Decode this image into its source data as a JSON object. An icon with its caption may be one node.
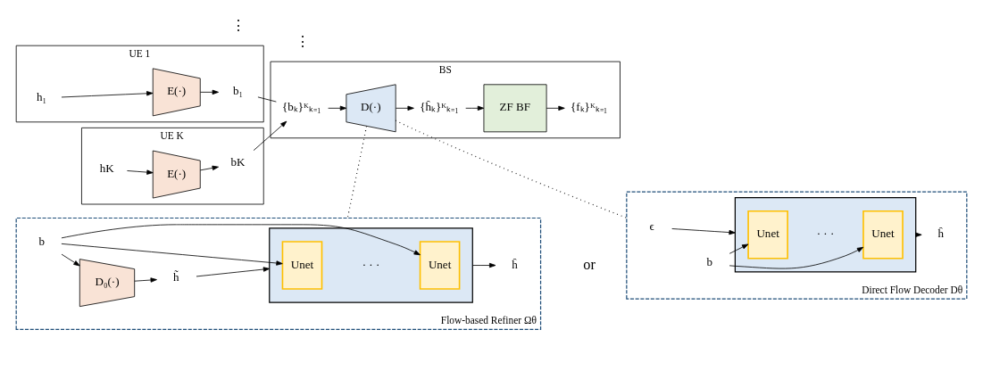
{
  "diagram": {
    "nodes": [
      {
        "text": [
          "UE 1"
        ]
      },
      {
        "text": [
          "h₁"
        ],
        "in": 0
      },
      {
        "text": [
          "E(·)"
        ],
        "in": 0
      },
      {
        "text": [
          "b₁"
        ],
        "in": 0
      },
      {
        "text": [
          "UE K"
        ]
      },
      {
        "text": [
          "hK"
        ],
        "in": 4
      },
      {
        "text": [
          "E(·)"
        ],
        "in": 4
      },
      {
        "text": [
          "bK"
        ],
        "in": 4
      },
      {
        "text": [
          "BS"
        ]
      },
      {
        "text": [
          "{bₖ}ᴷₖ₌₁"
        ],
        "in": 8
      },
      {
        "text": [
          "D(·)"
        ],
        "in": 8
      },
      {
        "text": [
          "{ĥₖ}ᴷₖ₌₁"
        ],
        "in": 8
      },
      {
        "text": [
          "ZF BF"
        ],
        "in": 8
      },
      {
        "text": [
          "{fₖ}ᴷₖ₌₁"
        ],
        "in": 8
      },
      {
        "text": [
          "Flow-based Refiner Ωθ"
        ]
      },
      {
        "text": [
          "b"
        ],
        "in": 14
      },
      {
        "text": [
          "D₀(·)"
        ],
        "in": 14
      },
      {
        "text": [
          "h̃"
        ],
        "in": 14
      },
      {
        "text": [],
        "shape": "box",
        "in": 14
      },
      {
        "text": [
          "Unet"
        ],
        "in": 18
      },
      {
        "text": [
          "Unet"
        ],
        "in": 18
      },
      {
        "text": [
          "ĥ"
        ],
        "in": 14
      },
      {
        "text": [
          "Direct Flow Decoder Dθ"
        ]
      },
      {
        "text": [
          "ϵ"
        ],
        "in": 22
      },
      {
        "text": [],
        "shape": "box",
        "in": 22
      },
      {
        "text": [
          "Unet"
        ],
        "in": 24
      },
      {
        "text": [
          "Unet"
        ],
        "in": 24
      },
      {
        "text": [
          "b"
        ],
        "in": 22
      },
      {
        "text": [
          "ĥ"
        ],
        "in": 22
      }
    ],
    "edges": [
      {
        "from": 1,
        "to": 2,
        "arrow": "to"
      },
      {
        "from": 2,
        "to": 3,
        "arrow": "to"
      },
      {
        "from": 3,
        "to": 9,
        "arrow": "none"
      },
      {
        "from": 5,
        "to": 6,
        "arrow": "to"
      },
      {
        "from": 6,
        "to": 7,
        "arrow": "to"
      },
      {
        "from": 7,
        "to": 9,
        "arrow": "to"
      },
      {
        "from": 9,
        "to": 10,
        "arrow": "to"
      },
      {
        "from": 10,
        "to": 11,
        "arrow": "to"
      },
      {
        "from": 11,
        "to": 12,
        "arrow": "to"
      },
      {
        "from": 12,
        "to": 13,
        "arrow": "to"
      },
      {
        "from": 10,
        "to": 14,
        "arrow": "none",
        "style": "dashed"
      },
      {
        "from": 10,
        "to": 22,
        "arrow": "none",
        "style": "dashed"
      },
      {
        "from": 15,
        "to": 16,
        "arrow": "to"
      },
      {
        "from": 16,
        "to": 17,
        "arrow": "to"
      },
      {
        "from": 17,
        "to": 18,
        "arrow": "to"
      },
      {
        "from": 18,
        "to": 21,
        "arrow": "to"
      },
      {
        "from": 15,
        "to": 19,
        "arrow": "to"
      },
      {
        "from": 15,
        "to": 20,
        "arrow": "to"
      },
      {
        "from": 23,
        "to": 24,
        "arrow": "to"
      },
      {
        "from": 24,
        "to": 28,
        "arrow": "to"
      },
      {
        "from": 27,
        "to": 25,
        "arrow": "to"
      },
      {
        "from": 27,
        "to": 26,
        "arrow": "to"
      }
    ],
    "labels": [
      "⋮",
      "⋮",
      "· · ·",
      "or",
      "· · ·"
    ]
  }
}
